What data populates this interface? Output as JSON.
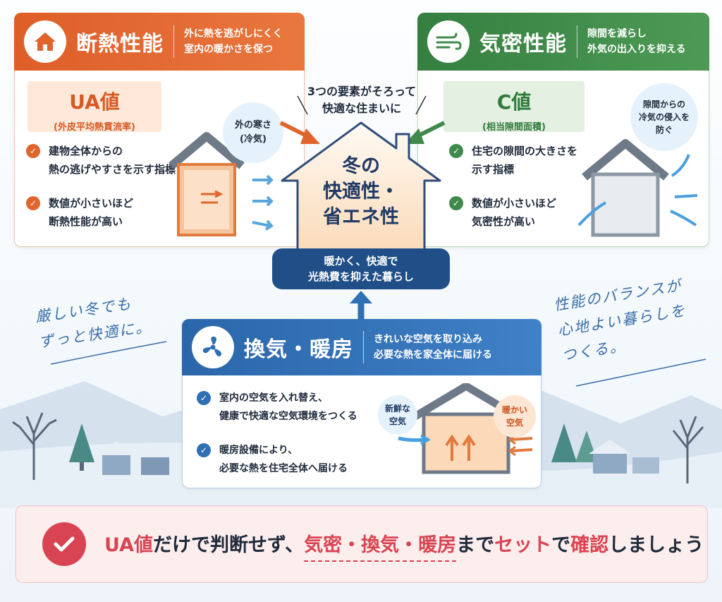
{
  "insulation": {
    "title": "断熱性能",
    "description": "外に熱を逃がしにくく\n室内の暖かさを保つ",
    "metric_title": "UA値",
    "metric_sub": "(外皮平均熱貫流率)",
    "checks": [
      "建物全体からの\n熱の逃げやすさを示す指標",
      "数値が小さいほど\n断熱性能が高い"
    ],
    "bubble": "外の寒さ\n(冷気)",
    "icon": "house-icon"
  },
  "airtight": {
    "title": "気密性能",
    "description": "隙間を減らし\n外気の出入りを抑える",
    "metric_title": "C値",
    "metric_sub": "(相当隙間面積)",
    "checks": [
      "住宅の隙間の大きさを\n示す指標",
      "数値が小さいほど\n気密性が高い"
    ],
    "bubble": "隙間からの\n冷気の侵入を\n防ぐ",
    "icon": "wind-icon"
  },
  "center": {
    "caption": "3つの要素がそろって\n快適な住まいに",
    "house_text": "冬の\n快適性・\n省エネ性",
    "banner": "暖かく、快適で\n光熱費を抑えた暮らし"
  },
  "ventilation": {
    "title": "換気・暖房",
    "description": "きれいな空気を取り込み\n必要な熱を家全体に届ける",
    "checks": [
      "室内の空気を入れ替え、\n健康で快適な空気環境をつくる",
      "暖房設備により、\n必要な熱を住宅全体へ届ける"
    ],
    "bubble_fresh": "新鮮な\n空気",
    "bubble_warm": "暖かい\n空気",
    "icon": "fan-icon"
  },
  "notes": {
    "left": "厳しい冬でも\nずっと快適に。",
    "right": "性能のバランスが\n心地よい暮らしを\nつくる。"
  },
  "footer": {
    "part1": "UA値",
    "part2": "だけで判断せず、",
    "part3": "気密・換気・暖房",
    "part4": "まで",
    "part5": "セット",
    "part6": "で",
    "part7": "確認",
    "part8": "しましょう",
    "icon": "check-circle-icon"
  },
  "colors": {
    "orange": "#e0652d",
    "green": "#3f8a4a",
    "blue": "#2f6fb4",
    "navy": "#1f4f86",
    "red": "#d94452"
  }
}
